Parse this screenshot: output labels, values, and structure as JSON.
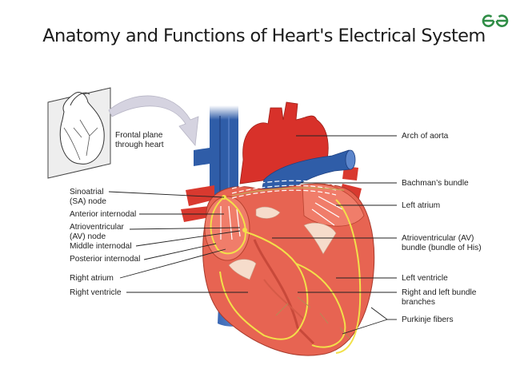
{
  "title": "Anatomy and Functions of Heart's Electrical System",
  "brand": {
    "logo": "gfg-logo-icon",
    "color": "#2f8d46"
  },
  "inset": {
    "caption": "Frontal plane\nthrough heart"
  },
  "labels_left": [
    {
      "id": "sa-node",
      "text": "Sinoatrial\n(SA) node"
    },
    {
      "id": "anterior-internodal",
      "text": "Anterior internodal"
    },
    {
      "id": "av-node",
      "text": "Atrioventricular\n(AV) node"
    },
    {
      "id": "middle-internodal",
      "text": "Middle internodal"
    },
    {
      "id": "posterior-internodal",
      "text": "Posterior internodal"
    },
    {
      "id": "right-atrium",
      "text": "Right atrium"
    },
    {
      "id": "right-ventricle",
      "text": "Right ventricle"
    }
  ],
  "labels_right": [
    {
      "id": "arch-of-aorta",
      "text": "Arch of aorta"
    },
    {
      "id": "bachmans-bundle",
      "text": "Bachman’s bundle"
    },
    {
      "id": "left-atrium",
      "text": "Left atrium"
    },
    {
      "id": "av-bundle",
      "text": "Atrioventricular (AV)\nbundle (bundle of His)"
    },
    {
      "id": "left-ventricle",
      "text": "Left ventricle"
    },
    {
      "id": "bundle-branches",
      "text": "Right and left bundle\nbranches"
    },
    {
      "id": "purkinje-fibers",
      "text": "Purkinje fibers"
    }
  ],
  "colors": {
    "heart_red": "#e0392e",
    "heart_muscle": "#ee7a66",
    "vein_blue": "#2f5da8",
    "conduction_yellow": "#f2e04a",
    "valve_cream": "#f6dccb"
  }
}
